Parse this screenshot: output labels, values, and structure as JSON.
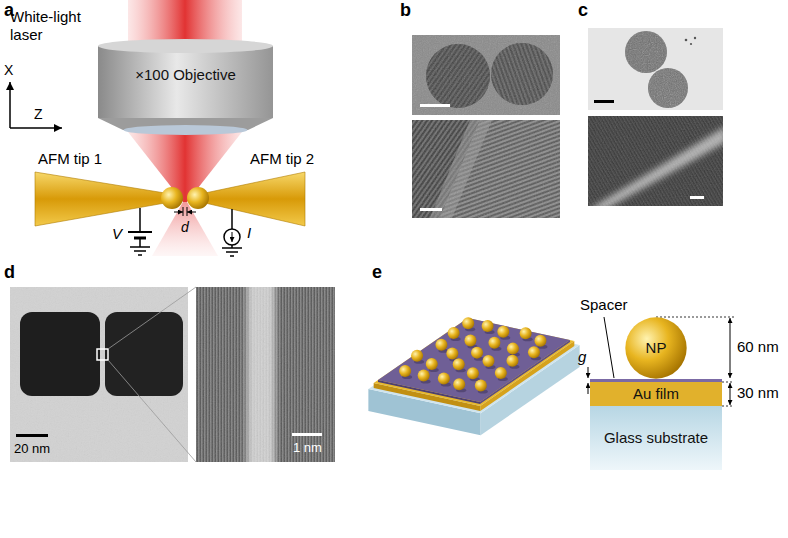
{
  "diagram": {
    "nodes": [
      {
        "text": [
          "×100 Objective"
        ]
      },
      {
        "text": [
          "NP"
        ]
      },
      {
        "text": [
          "Au film"
        ]
      },
      {
        "text": [
          "Glass substrate"
        ]
      }
    ],
    "labels": [
      "a",
      "White-light laser",
      "X",
      "Z",
      "AFM tip 1",
      "AFM tip 2",
      "V",
      "d",
      "I",
      "b",
      "c",
      "d",
      "20 nm",
      "1 nm",
      "e",
      "Spacer",
      "60 nm",
      "g",
      "30 nm"
    ]
  }
}
